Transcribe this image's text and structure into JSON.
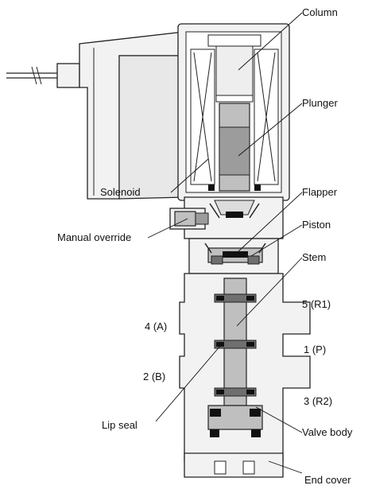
{
  "labels": {
    "column": "Column",
    "plunger": "Plunger",
    "flapper": "Flapper",
    "solenoid": "Solenoid",
    "piston": "Piston",
    "manual_override": "Manual override",
    "stem": "Stem",
    "port_5": "5 (R1)",
    "port_4": "4 (A)",
    "port_1": "1 (P)",
    "port_2": "2 (B)",
    "port_3": "3 (R2)",
    "lip_seal": "Lip seal",
    "valve_body": "Valve body",
    "end_cover": "End cover"
  },
  "colors": {
    "line": "#222222",
    "fill_light": "#f2f2f2",
    "fill_mid": "#bfbfbf",
    "fill_dark": "#6f6f6f"
  }
}
